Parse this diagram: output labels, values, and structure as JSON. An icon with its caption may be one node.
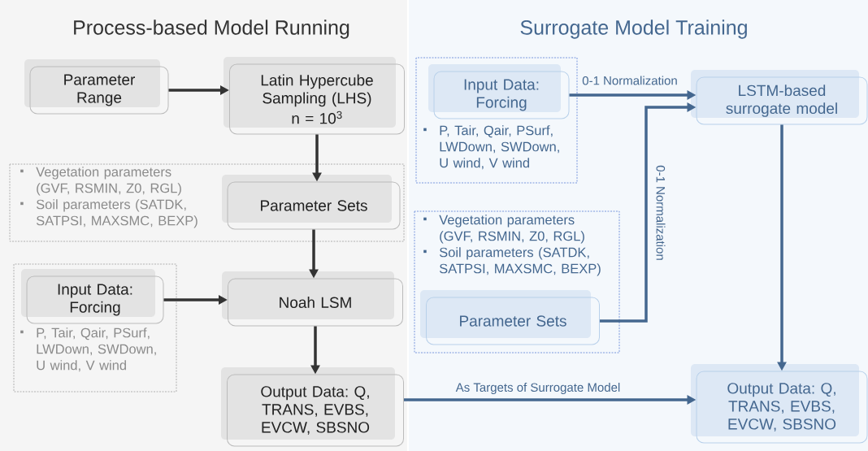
{
  "diagram": {
    "nodes": [
      {
        "text": [
          "Process-based Model Running"
        ]
      },
      {
        "text": [
          "Surrogate Model Training"
        ]
      },
      {
        "text": [
          "Parameter Range"
        ],
        "in": 0
      },
      {
        "text": [
          "Latin Hypercube Sampling (LHS)",
          "n = 10$^{3}$"
        ],
        "in": 0
      },
      {
        "text": [
          "Vegetation parameters (GVF, RSMIN, Z0, RGL)",
          "Soil parameters (SATDK, SATPSI, MAXSMC, BEXP)"
        ],
        "in": 0
      },
      {
        "text": [
          "Parameter Sets"
        ],
        "in": 4
      },
      {
        "text": [
          "P, Tair, Qair, PSurf, LWDown, SWDown, U wind, V wind"
        ],
        "in": 0
      },
      {
        "text": [
          "Input Data: Forcing"
        ],
        "in": 6
      },
      {
        "text": [
          "Noah LSM"
        ],
        "in": 0
      },
      {
        "text": [
          "Output Data: Q, TRANS, EVBS, EVCW, SBSNO"
        ],
        "in": 0
      },
      {
        "text": [
          "P, Tair, Qair, PSurf, LWDown, SWDown, U wind, V wind"
        ],
        "in": 1
      },
      {
        "text": [
          "Input Data: Forcing"
        ],
        "in": 10
      },
      {
        "text": [
          "LSTM-based surrogate model"
        ],
        "in": 1
      },
      {
        "text": [
          "Vegetation parameters (GVF, RSMIN, Z0, RGL)",
          "Soil parameters (SATDK, SATPSI, MAXSMC, BEXP)"
        ],
        "in": 1
      },
      {
        "text": [
          "Parameter Sets"
        ],
        "in": 13
      },
      {
        "text": [
          "Output Data: Q, TRANS, EVBS, EVCW, SBSNO"
        ],
        "in": 1
      }
    ],
    "edges": [
      {
        "from": 2,
        "to": 3,
        "arrow": "to"
      },
      {
        "from": 3,
        "to": 5,
        "arrow": "to"
      },
      {
        "from": 5,
        "to": 8,
        "arrow": "to"
      },
      {
        "from": 7,
        "to": 8,
        "arrow": "to"
      },
      {
        "from": 8,
        "to": 9,
        "arrow": "to"
      },
      {
        "from": 11,
        "to": 12,
        "arrow": "to",
        "label": "0-1 Normalization",
        "color": "#44678f"
      },
      {
        "from": 14,
        "to": 12,
        "arrow": "to",
        "label": "0-1 Normalization",
        "color": "#44678f"
      },
      {
        "from": 12,
        "to": 15,
        "arrow": "to",
        "color": "#44678f"
      },
      {
        "from": 9,
        "to": 15,
        "arrow": "to",
        "label": "As Targets of Surrogate Model",
        "color": "#44678f"
      }
    ]
  }
}
